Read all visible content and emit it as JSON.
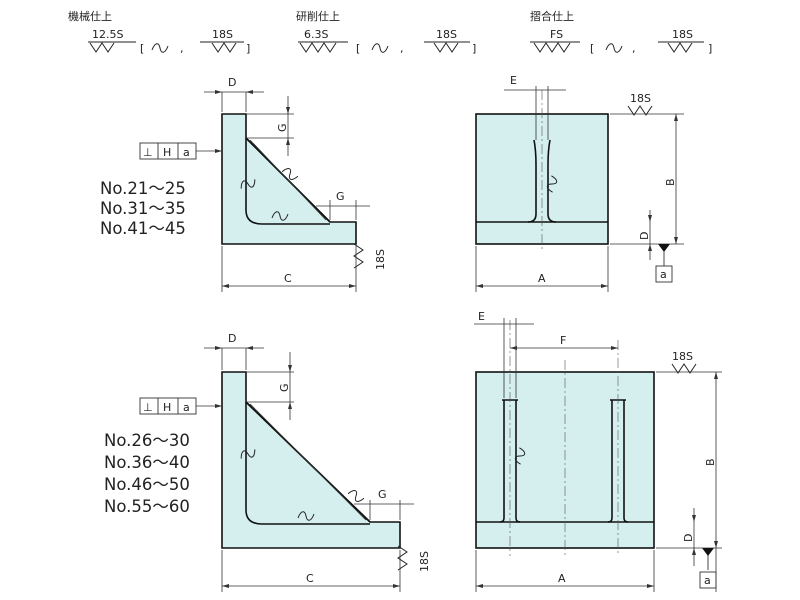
{
  "finish_header": {
    "items": [
      {
        "title": "機械仕上",
        "grade": "12.5S",
        "paren_grade": "18S"
      },
      {
        "title": "研削仕上",
        "grade": "6.3S",
        "paren_grade": "18S"
      },
      {
        "title": "摺合仕上",
        "grade": "FS",
        "paren_grade": "18S"
      }
    ]
  },
  "top_set": {
    "models": [
      "No.21～25",
      "No.31～35",
      "No.41～45"
    ],
    "tolerance": {
      "symbol": "⊥",
      "grade": "H",
      "datum": "a"
    },
    "dims": {
      "D": "D",
      "G1": "G",
      "G2": "G",
      "C": "C",
      "A": "A",
      "B": "B",
      "E": "E",
      "D2": "D"
    },
    "surface_right": "18S",
    "surface_top": "18S",
    "datum_label": "a"
  },
  "bottom_set": {
    "models": [
      "No.26～30",
      "No.36～40",
      "No.46～50",
      "No.55～60"
    ],
    "tolerance": {
      "symbol": "⊥",
      "grade": "H",
      "datum": "a"
    },
    "dims": {
      "D": "D",
      "G1": "G",
      "G2": "G",
      "C": "C",
      "A": "A",
      "B": "B",
      "E": "E",
      "F": "F",
      "D2": "D"
    },
    "surface_right": "18S",
    "surface_top": "18S",
    "datum_label": "a"
  }
}
